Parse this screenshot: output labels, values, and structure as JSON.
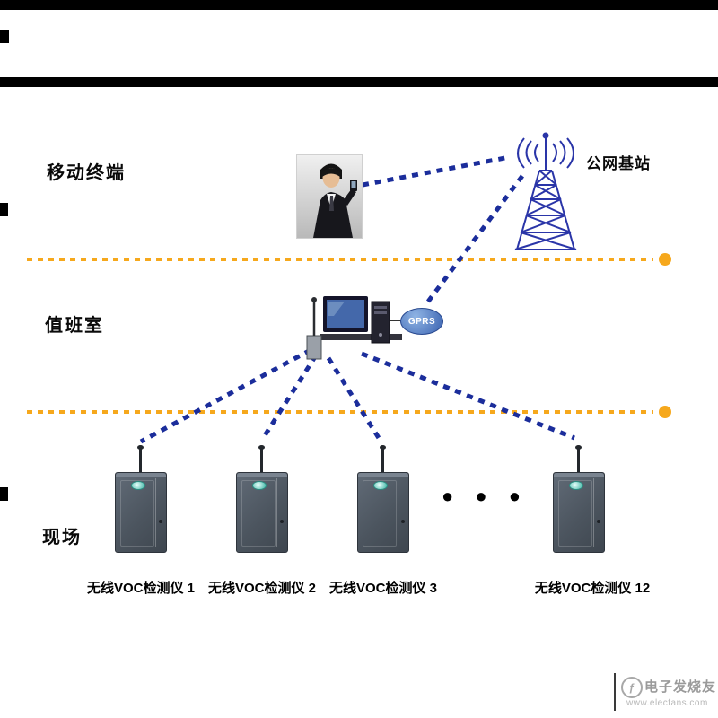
{
  "sections": {
    "mobile_terminal": "移动终端",
    "duty_room": "值班室",
    "field_site": "现场"
  },
  "base_station_label": "公网基站",
  "gprs_label": "GPRS",
  "ellipsis": "● ● ●",
  "detectors": [
    {
      "label": "无线VOC检测仪 1"
    },
    {
      "label": "无线VOC检测仪 2"
    },
    {
      "label": "无线VOC检测仪 3"
    },
    {
      "label": "无线VOC检测仪 12"
    }
  ],
  "watermark": {
    "brand": "电子发烧友",
    "site": "www.elecfans.com",
    "logo_glyph": "ƒ"
  },
  "colors": {
    "connection_blue": "#1b2d9b",
    "divider_orange": "#f6a81c",
    "tower_blue": "#2a35a8",
    "cabinet_gray": "#4c555f"
  }
}
